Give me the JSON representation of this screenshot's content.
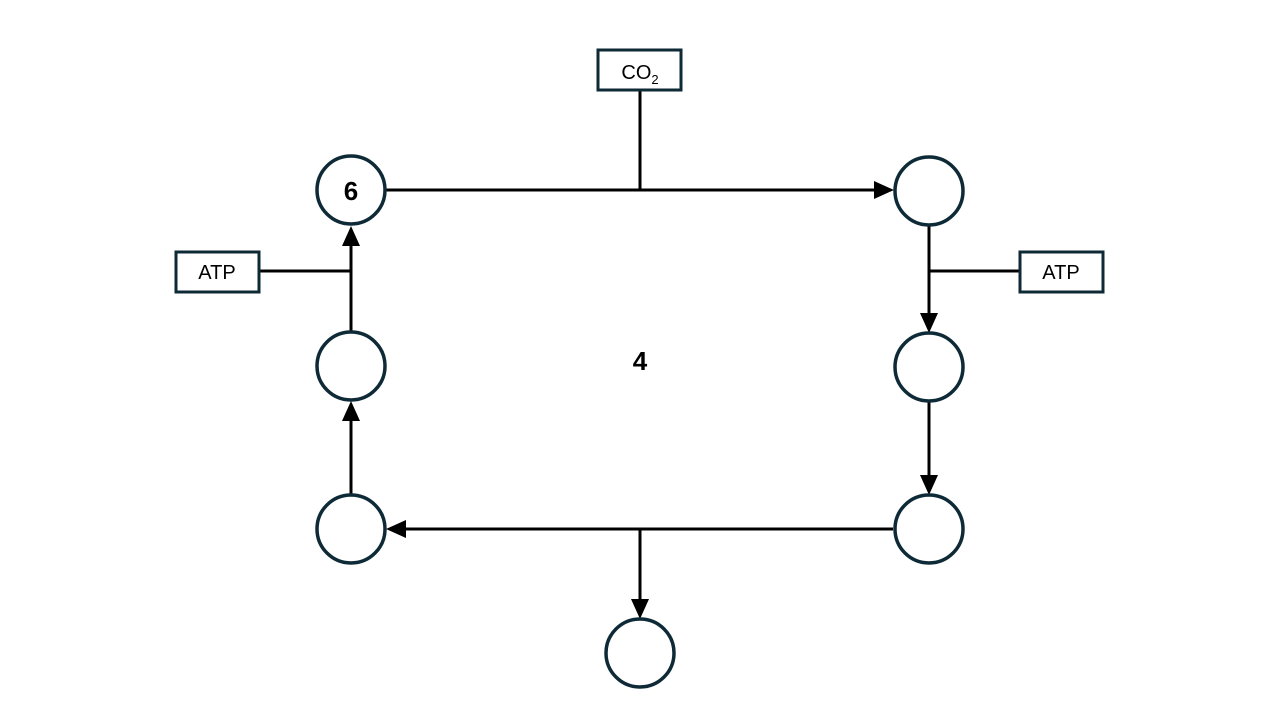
{
  "nodes": {
    "top_left": {
      "label": "6"
    },
    "top_right": {
      "label": ""
    },
    "right_middle": {
      "label": ""
    },
    "bottom_right": {
      "label": ""
    },
    "bottom_left": {
      "label": ""
    },
    "left_middle": {
      "label": ""
    },
    "bottom_output": {
      "label": ""
    }
  },
  "inputs": {
    "co2": {
      "main": "CO",
      "subscript": "2"
    },
    "atp_right": {
      "label": "ATP"
    },
    "atp_left": {
      "label": "ATP"
    }
  },
  "center": {
    "label": "4"
  },
  "colors": {
    "node_stroke": "#0d2a36",
    "line": "#000000",
    "background": "#ffffff"
  }
}
